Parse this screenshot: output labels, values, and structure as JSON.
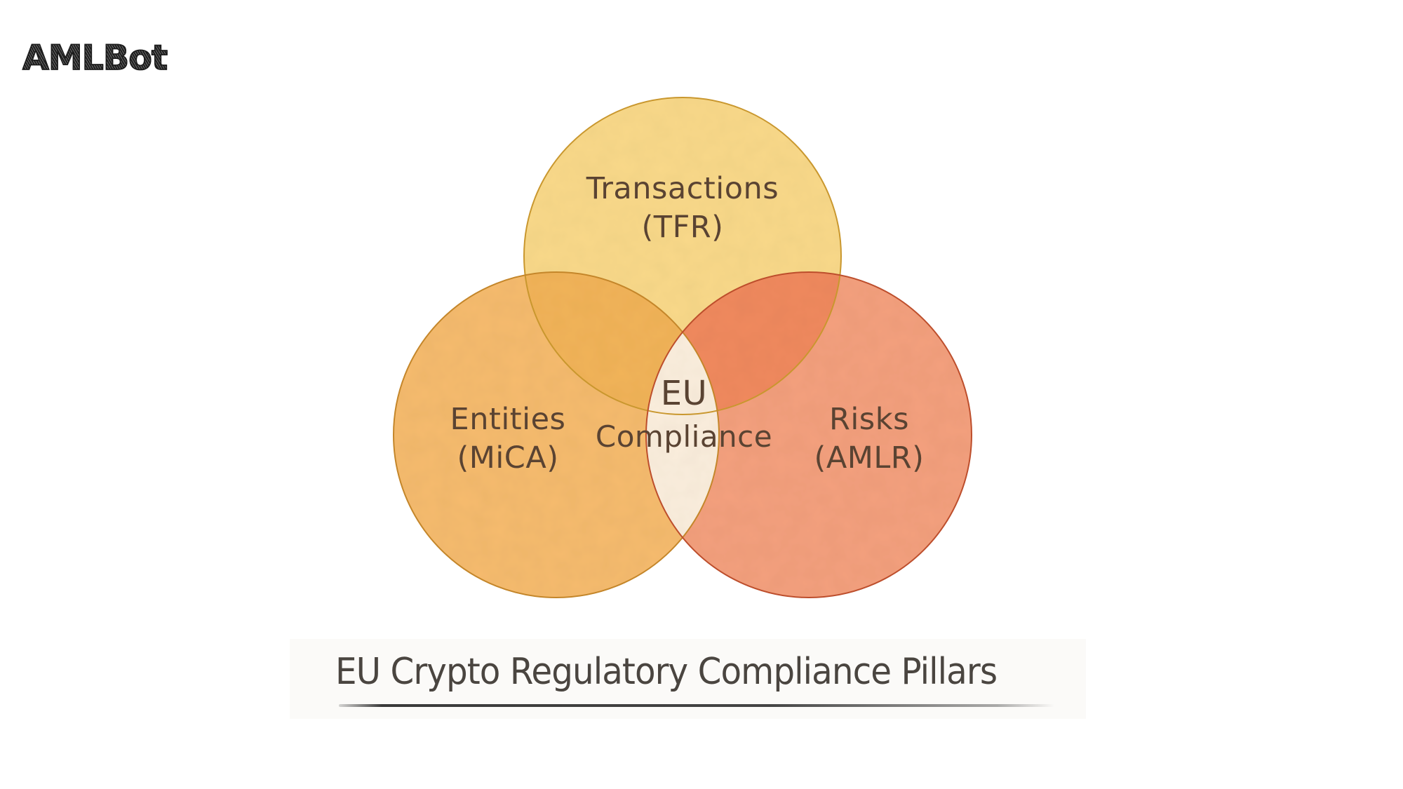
{
  "brand": {
    "logo_text": "AMLBot"
  },
  "diagram": {
    "type": "venn",
    "circles": [
      {
        "id": "transactions",
        "title": "Transactions",
        "subtitle": "(TFR)",
        "fill": "#f9d98a",
        "stroke": "#c9972e"
      },
      {
        "id": "entities",
        "title": "Entities",
        "subtitle": "(MiCA)",
        "fill": "#f6bb6e",
        "stroke": "#c4862a"
      },
      {
        "id": "risks",
        "title": "Risks",
        "subtitle": "(AMLR)",
        "fill": "#f4a07e",
        "stroke": "#bd4e2c"
      }
    ],
    "center": {
      "line1": "EU",
      "line2": "Compliance",
      "fill": "#fbeedd"
    }
  },
  "caption": {
    "text": "EU Crypto Regulatory Compliance Pillars"
  }
}
